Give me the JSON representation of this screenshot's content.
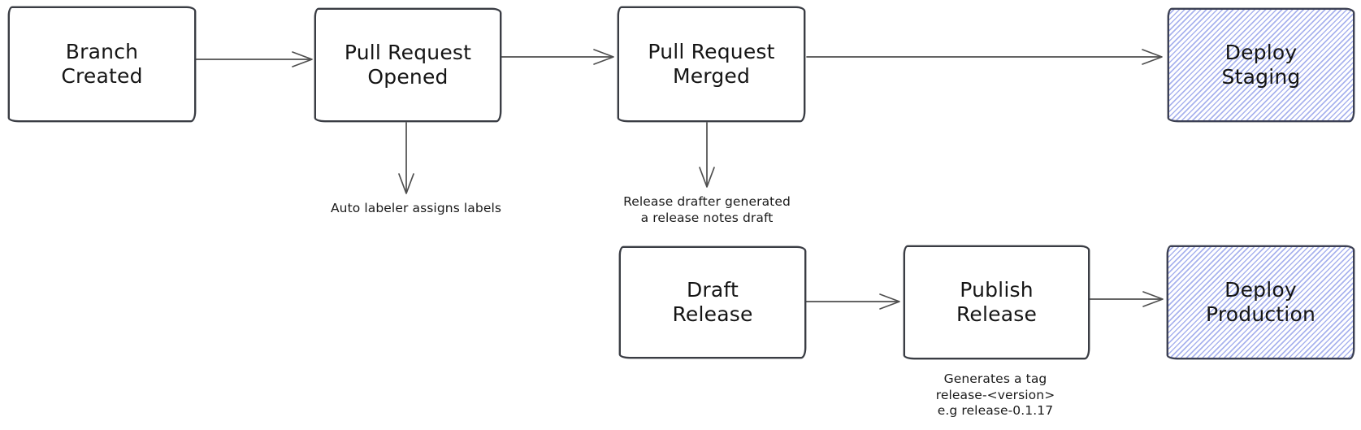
{
  "diagram": {
    "nodes": [
      {
        "id": "branch-created",
        "label": "Branch Created",
        "style": "plain"
      },
      {
        "id": "pull-request-opened",
        "label": "Pull Request Opened",
        "style": "plain"
      },
      {
        "id": "pull-request-merged",
        "label": "Pull Request Merged",
        "style": "plain"
      },
      {
        "id": "deploy-staging",
        "label": "Deploy Staging",
        "style": "hatched"
      },
      {
        "id": "draft-release",
        "label": "Draft Release",
        "style": "plain"
      },
      {
        "id": "publish-release",
        "label": "Publish Release",
        "style": "plain"
      },
      {
        "id": "deploy-production",
        "label": "Deploy Production",
        "style": "hatched"
      }
    ],
    "annotations": [
      {
        "id": "auto-labeler-note",
        "text": "Auto labeler assigns labels"
      },
      {
        "id": "release-drafter-note",
        "text": "Release drafter generated\na release notes draft"
      },
      {
        "id": "tag-note",
        "text": "Generates a tag\nrelease-<version>\ne.g release-0.1.17"
      }
    ],
    "edges": [
      {
        "from": "branch-created",
        "to": "pull-request-opened"
      },
      {
        "from": "pull-request-opened",
        "to": "pull-request-merged"
      },
      {
        "from": "pull-request-merged",
        "to": "deploy-staging"
      },
      {
        "from": "pull-request-opened",
        "to": "auto-labeler-note"
      },
      {
        "from": "pull-request-merged",
        "to": "release-drafter-note"
      },
      {
        "from": "draft-release",
        "to": "publish-release"
      },
      {
        "from": "publish-release",
        "to": "deploy-production"
      }
    ],
    "colors": {
      "node_stroke": "#3a3d44",
      "arrow_stroke": "#4e4e4e",
      "hatch_fill": "#a9b3ee",
      "text": "#151515",
      "background": "#ffffff"
    }
  }
}
